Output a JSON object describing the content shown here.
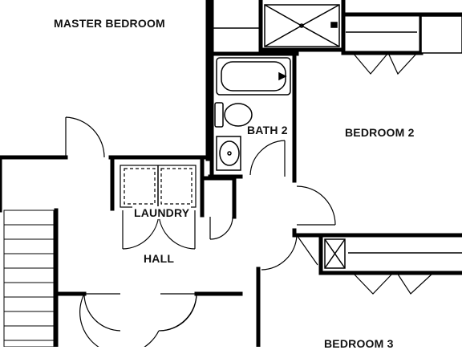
{
  "plan": {
    "rooms": {
      "master_bedroom": "MASTER BEDROOM",
      "bath_2": "BATH 2",
      "bedroom_2": "BEDROOM 2",
      "laundry": "LAUNDRY",
      "hall": "HALL",
      "bedroom_3_partial": "BEDROOM 3"
    }
  }
}
